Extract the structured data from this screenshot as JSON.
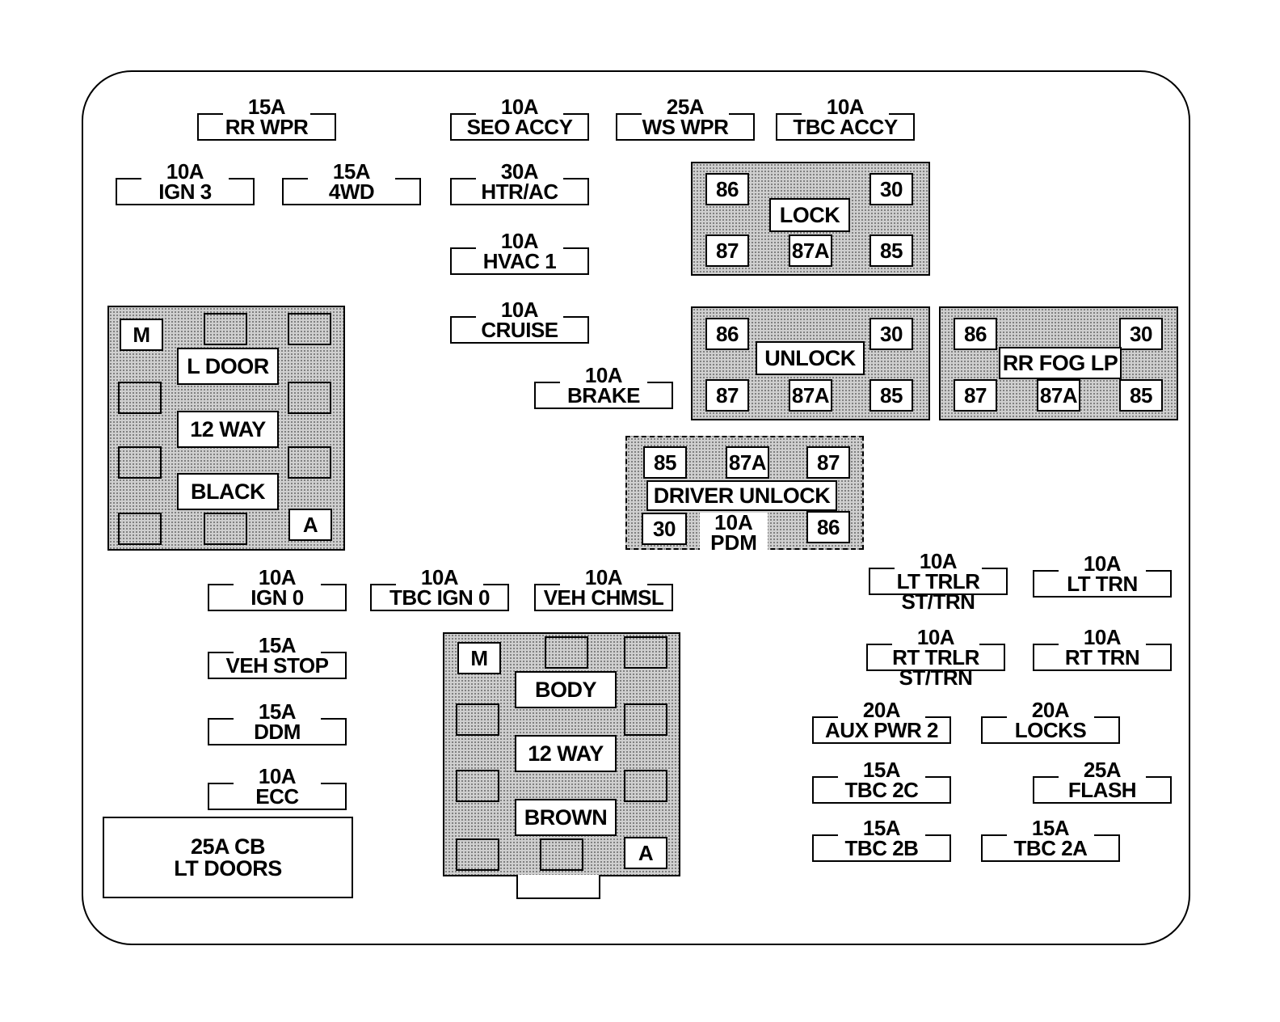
{
  "fuses": [
    {
      "id": "rr-wpr",
      "amp": "15A",
      "label": "RR WPR",
      "label2": ""
    },
    {
      "id": "seo-accy",
      "amp": "10A",
      "label": "SEO ACCY",
      "label2": ""
    },
    {
      "id": "ws-wpr",
      "amp": "25A",
      "label": "WS WPR",
      "label2": ""
    },
    {
      "id": "tbc-accy",
      "amp": "10A",
      "label": "TBC ACCY",
      "label2": ""
    },
    {
      "id": "ign3",
      "amp": "10A",
      "label": "IGN 3",
      "label2": ""
    },
    {
      "id": "4wd",
      "amp": "15A",
      "label": "4WD",
      "label2": ""
    },
    {
      "id": "htr-ac",
      "amp": "30A",
      "label": "HTR/AC",
      "label2": ""
    },
    {
      "id": "hvac1",
      "amp": "10A",
      "label": "HVAC 1",
      "label2": ""
    },
    {
      "id": "cruise",
      "amp": "10A",
      "label": "CRUISE",
      "label2": ""
    },
    {
      "id": "brake",
      "amp": "10A",
      "label": "BRAKE",
      "label2": ""
    },
    {
      "id": "ign0",
      "amp": "10A",
      "label": "IGN 0",
      "label2": ""
    },
    {
      "id": "tbc-ign0",
      "amp": "10A",
      "label": "TBC IGN 0",
      "label2": ""
    },
    {
      "id": "veh-chmsl",
      "amp": "10A",
      "label": "VEH CHMSL",
      "label2": ""
    },
    {
      "id": "veh-stop",
      "amp": "15A",
      "label": "VEH STOP",
      "label2": ""
    },
    {
      "id": "ddm",
      "amp": "15A",
      "label": "DDM",
      "label2": ""
    },
    {
      "id": "ecc",
      "amp": "10A",
      "label": "ECC",
      "label2": ""
    },
    {
      "id": "lt-trlr",
      "amp": "10A",
      "label": "LT TRLR",
      "label2": "ST/TRN"
    },
    {
      "id": "lt-trn",
      "amp": "10A",
      "label": "LT TRN",
      "label2": ""
    },
    {
      "id": "rt-trlr",
      "amp": "10A",
      "label": "RT TRLR",
      "label2": "ST/TRN"
    },
    {
      "id": "rt-trn",
      "amp": "10A",
      "label": "RT TRN",
      "label2": ""
    },
    {
      "id": "aux-pwr2",
      "amp": "20A",
      "label": "AUX PWR 2",
      "label2": ""
    },
    {
      "id": "locks",
      "amp": "20A",
      "label": "LOCKS",
      "label2": ""
    },
    {
      "id": "tbc-2c",
      "amp": "15A",
      "label": "TBC 2C",
      "label2": ""
    },
    {
      "id": "flash",
      "amp": "25A",
      "label": "FLASH",
      "label2": ""
    },
    {
      "id": "tbc-2b",
      "amp": "15A",
      "label": "TBC 2B",
      "label2": ""
    },
    {
      "id": "tbc-2a",
      "amp": "15A",
      "label": "TBC 2A",
      "label2": ""
    }
  ],
  "relays": {
    "lock": {
      "name": "LOCK",
      "t86": "86",
      "t30": "30",
      "t87": "87",
      "t87a": "87A",
      "t85": "85"
    },
    "unlock": {
      "name": "UNLOCK",
      "t86": "86",
      "t30": "30",
      "t87": "87",
      "t87a": "87A",
      "t85": "85"
    },
    "rr_fog": {
      "name": "RR FOG LP",
      "t86": "86",
      "t30": "30",
      "t87": "87",
      "t87a": "87A",
      "t85": "85"
    },
    "driver_unlock": {
      "name": "DRIVER UNLOCK",
      "t85": "85",
      "t87a": "87A",
      "t87": "87",
      "t30": "30",
      "t86": "86"
    }
  },
  "pdm": {
    "amp": "10A",
    "label": "PDM"
  },
  "connectors": {
    "left": {
      "m": "M",
      "a": "A",
      "line1": "L DOOR",
      "line2": "12 WAY",
      "line3": "BLACK"
    },
    "body": {
      "m": "M",
      "a": "A",
      "line1": "BODY",
      "line2": "12 WAY",
      "line3": "BROWN"
    }
  },
  "circuit_breaker": {
    "line1": "25A CB",
    "line2": "LT DOORS"
  }
}
